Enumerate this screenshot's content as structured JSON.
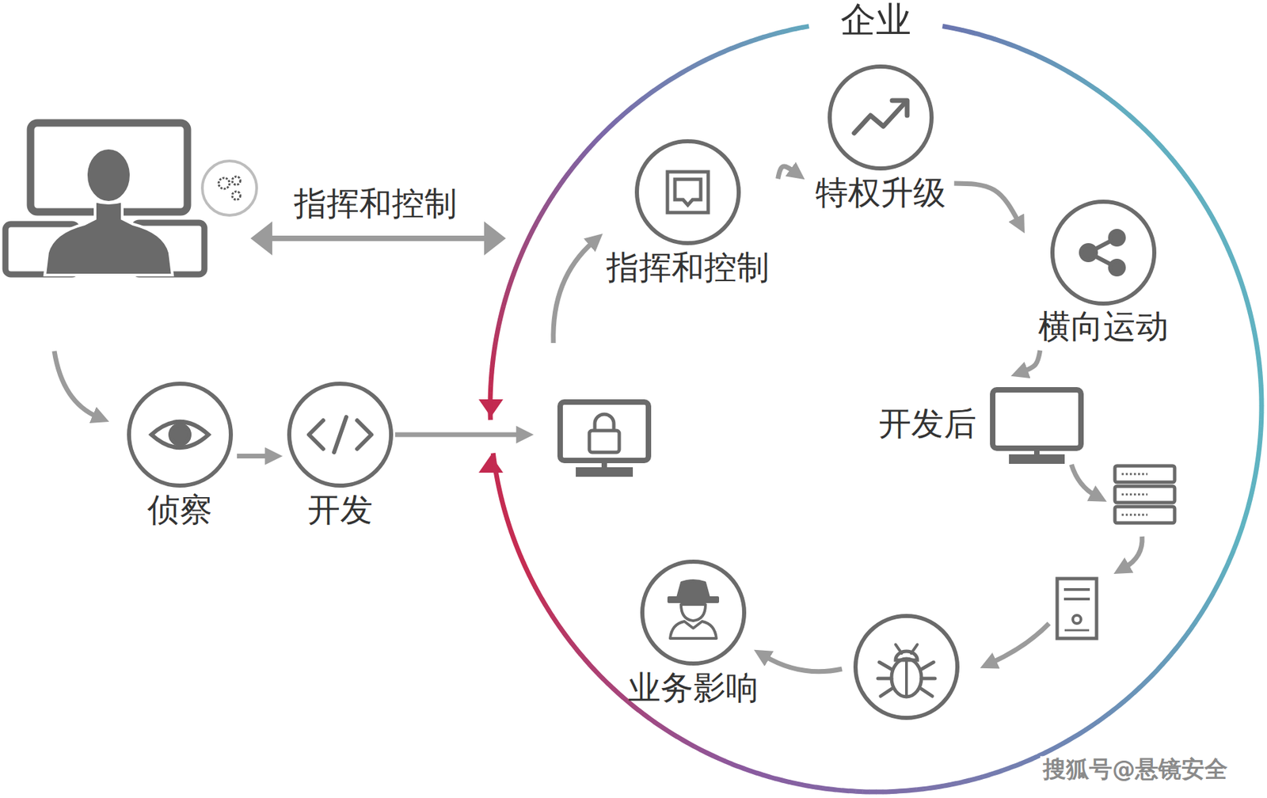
{
  "diagram": {
    "nodes": [
      {
        "text": [
          "企业"
        ]
      },
      {
        "text": [
          "侦察"
        ]
      },
      {
        "text": [
          "开发"
        ]
      },
      {
        "text": [
          "指挥和控制"
        ],
        "in": 0
      },
      {
        "text": [
          "特权升级"
        ],
        "in": 0
      },
      {
        "text": [
          "横向运动"
        ],
        "in": 0
      },
      {
        "text": [
          "开发后"
        ],
        "in": 0
      },
      {
        "text": [
          "业务影响"
        ],
        "in": 0
      }
    ],
    "edges": [
      {
        "from": 1,
        "to": 2,
        "arrow": "to"
      },
      {
        "from": 3,
        "to": 4,
        "arrow": "to"
      },
      {
        "from": 4,
        "to": 5,
        "arrow": "to"
      },
      {
        "from": 5,
        "to": 6,
        "arrow": "to"
      }
    ],
    "labels": [
      "指挥和控制",
      "搜狐号@悬镜安全"
    ]
  }
}
